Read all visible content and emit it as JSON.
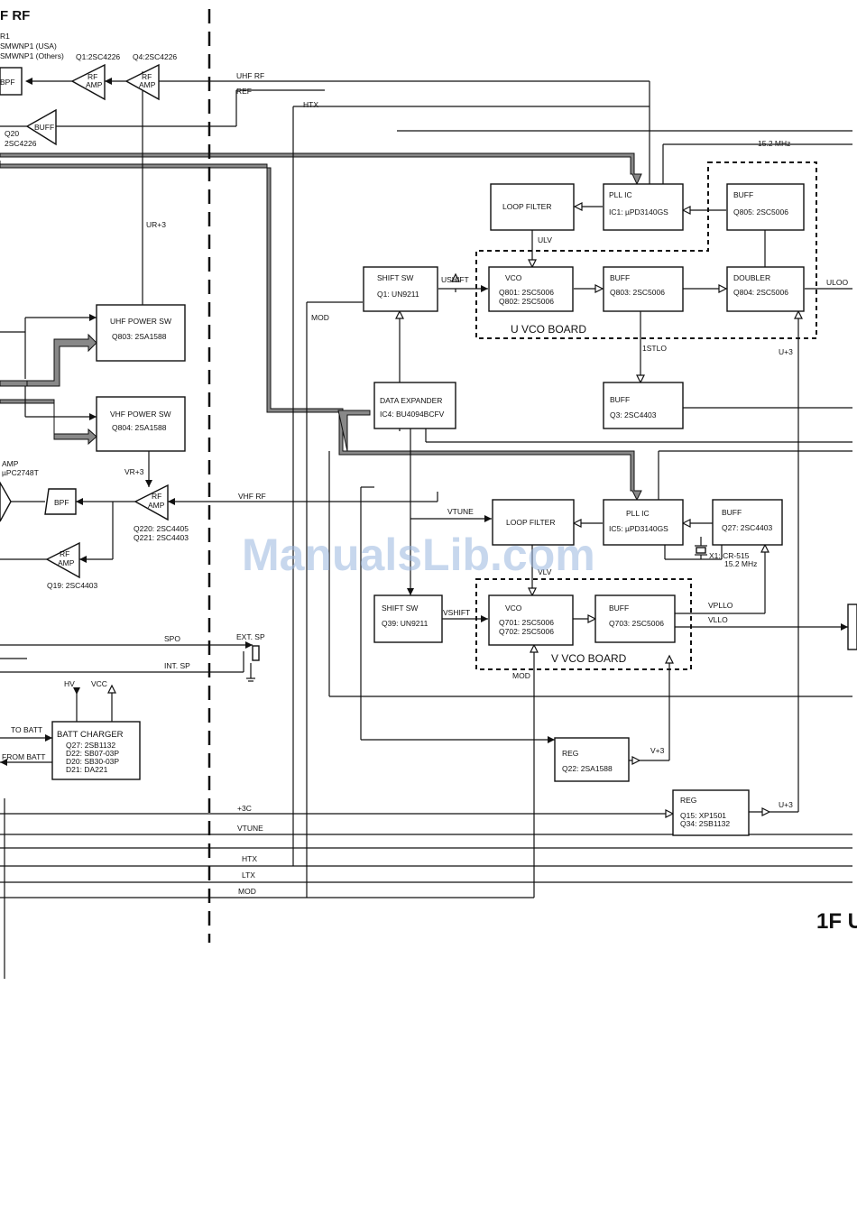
{
  "header": {
    "title": "F RF",
    "r1": "R1",
    "filter_usa": "SMWNP1 (USA)",
    "filter_others": "SMWNP1 (Others)"
  },
  "footer": {
    "page_label": "1F U"
  },
  "watermark": "ManualsLib.com",
  "blocks": {
    "bpf_top": "BPF",
    "rf_amp_q1": {
      "l1": "RF",
      "l2": "AMP",
      "part": "Q1:2SC4226"
    },
    "rf_amp_q4": {
      "l1": "RF",
      "l2": "AMP",
      "part": "Q4:2SC4226"
    },
    "buff_q20": {
      "label": "BUFF",
      "p1": "Q20",
      "p2": "2SC4226"
    },
    "loop_filter_u": "LOOP FILTER",
    "pll_ic1": {
      "l1": "PLL IC",
      "l2": "IC1: µPD3140GS"
    },
    "buff_q805": {
      "l1": "BUFF",
      "l2": "Q805:  2SC5006"
    },
    "shift_sw_q1": {
      "l1": "SHIFT SW",
      "l2": "Q1: UN9211"
    },
    "vco_u": {
      "l1": "VCO",
      "l2": "Q801:  2SC5006",
      "l3": "Q802:  2SC5006"
    },
    "buff_q803": {
      "l1": "BUFF",
      "l2": "Q803:   2SC5006"
    },
    "doubler_q804": {
      "l1": "DOUBLER",
      "l2": "Q804:   2SC5006"
    },
    "u_vco_board": "U VCO BOARD",
    "uhf_power_sw": {
      "l1": "UHF POWER SW",
      "l2": "Q803: 2SA1588"
    },
    "vhf_power_sw": {
      "l1": "VHF POWER SW",
      "l2": "Q804: 2SA1588"
    },
    "data_expander": {
      "l1": "DATA EXPANDER",
      "l2": "IC4: BU4094BCFV"
    },
    "buff_q3": {
      "l1": "BUFF",
      "l2": "Q3:  2SC4403"
    },
    "amp_left": {
      "l1": "AMP",
      "l2": "µPC2748T"
    },
    "bpf_mid": "BPF",
    "rf_amp_q220": {
      "l1": "RF",
      "l2": "AMP",
      "p1": "Q220: 2SC4405",
      "p2": "Q221: 2SC4403"
    },
    "rf_amp_q19": {
      "l1": "RF",
      "l2": "AMP",
      "part": "Q19: 2SC4403"
    },
    "loop_filter_v": "LOOP FILTER",
    "pll_ic5": {
      "l1": "PLL IC",
      "l2": "IC5: µPD3140GS"
    },
    "buff_q27": {
      "l1": "BUFF",
      "l2": "Q27: 2SC4403"
    },
    "crystal": {
      "l1": "X1: CR-515",
      "l2": "15.2 MHz"
    },
    "shift_sw_q39": {
      "l1": "SHIFT SW",
      "l2": "Q39:  UN9211"
    },
    "vco_v": {
      "l1": "VCO",
      "l2": "Q701:   2SC5006",
      "l3": "Q702:   2SC5006"
    },
    "buff_q703": {
      "l1": "BUFF",
      "l2": "Q703: 2SC5006"
    },
    "v_vco_board": "V VCO BOARD",
    "batt_charger": {
      "l1": "BATT CHARGER",
      "l2": "Q27: 2SB1132",
      "l3": "D22: SB07-03P",
      "l4": "D20: SB30-03P",
      "l5": "D21: DA221"
    },
    "reg_q22": {
      "l1": "REG",
      "l2": "Q22: 2SA1588"
    },
    "reg_q15": {
      "l1": "REG",
      "l2": "Q15: XP1501",
      "l3": "Q34: 2SB1132"
    }
  },
  "signals": {
    "uhf_rf": "UHF RF",
    "ref": "REF",
    "htx_top": "HTX",
    "f152": "15.2 MHz",
    "ur3": "UR+3",
    "ulv": "ULV",
    "ushift": "USHIFT",
    "mod_top": "MOD",
    "uloo": "ULOO",
    "u3_top": "U+3",
    "stlo": "1STLO",
    "vr3": "VR+3",
    "vhf_rf": "VHF RF",
    "vtune_mid": "VTUNE",
    "vlv": "VLV",
    "vshift": "VSHIFT",
    "vpllo": "VPLLO",
    "vllo": "VLLO",
    "mod_mid": "MOD",
    "spo": "SPO",
    "ext_sp": "EXT. SP",
    "int_sp": "INT. SP",
    "hv": "HV",
    "vcc": "VCC",
    "to_batt": "TO BATT",
    "from_batt": "FROM BATT",
    "v3": "V+3",
    "p3c": "+3C",
    "vtune_bot": "VTUNE",
    "u3_bot": "U+3",
    "htx_bot": "HTX",
    "ltx": "LTX",
    "mod_bot": "MOD"
  }
}
